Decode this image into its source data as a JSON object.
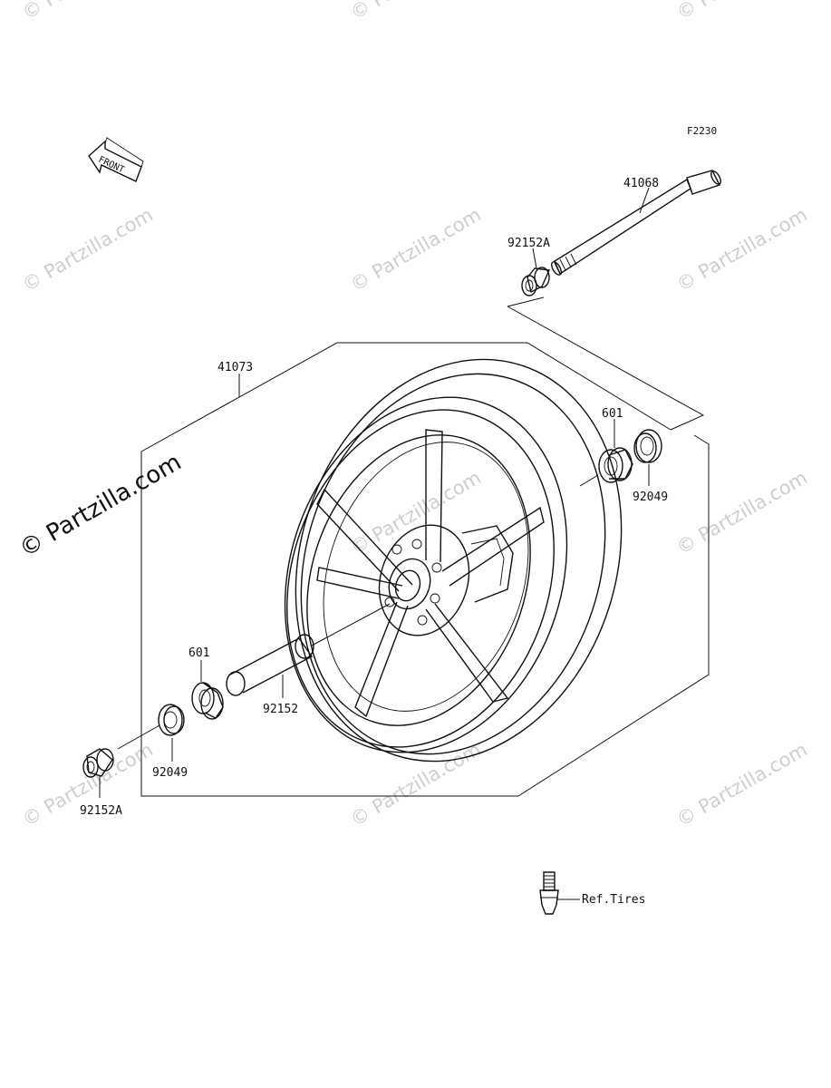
{
  "diagram_code": "F2230",
  "front_arrow_label": "FRONT",
  "watermark": "© Partzilla.com",
  "parts": {
    "axle": "41068",
    "collar_top": "92152A",
    "wheel": "41073",
    "bearing_right": "601",
    "seal_right": "92049",
    "bearing_left": "601",
    "spacer": "92152",
    "seal_left": "92049",
    "collar_bottom": "92152A"
  },
  "valve_ref": "Ref.Tires"
}
